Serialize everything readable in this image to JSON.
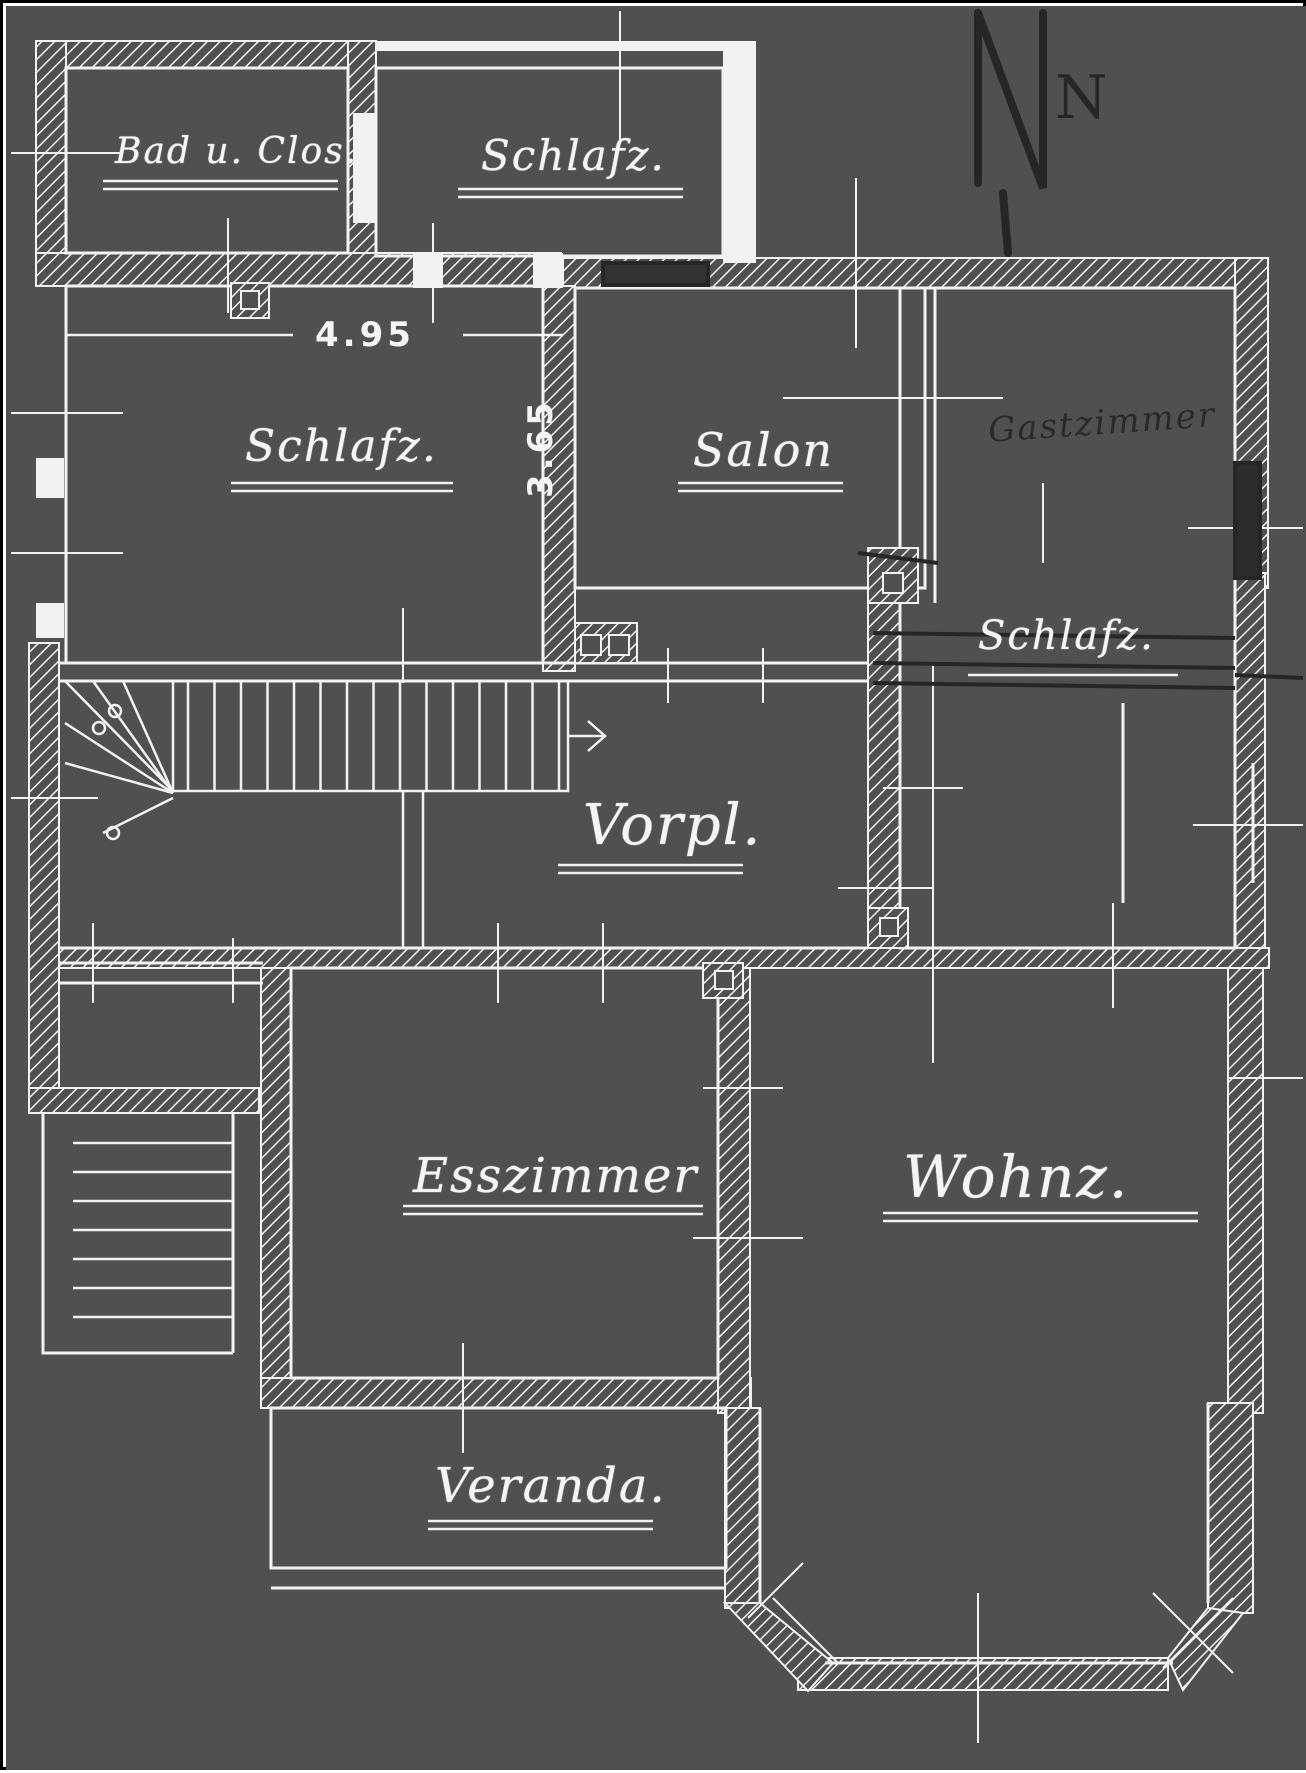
{
  "colors": {
    "paper": "#505050",
    "ink": "#f2f2f2",
    "frame": "#000000",
    "pencil": "#262626"
  },
  "rooms": {
    "bath": "Bad u. Clos.",
    "bed_top": "Schlafz.",
    "bed_left": "Schlafz.",
    "salon": "Salon",
    "bed_right": "Schlafz.",
    "hall": "Vorpl.",
    "dining": "Esszimmer",
    "living": "Wohnz.",
    "veranda": "Veranda."
  },
  "dimensions": {
    "width": "4.95",
    "depth": "3.65"
  },
  "annotations": {
    "north": "N",
    "pencil_note": "Gastzimmer"
  }
}
